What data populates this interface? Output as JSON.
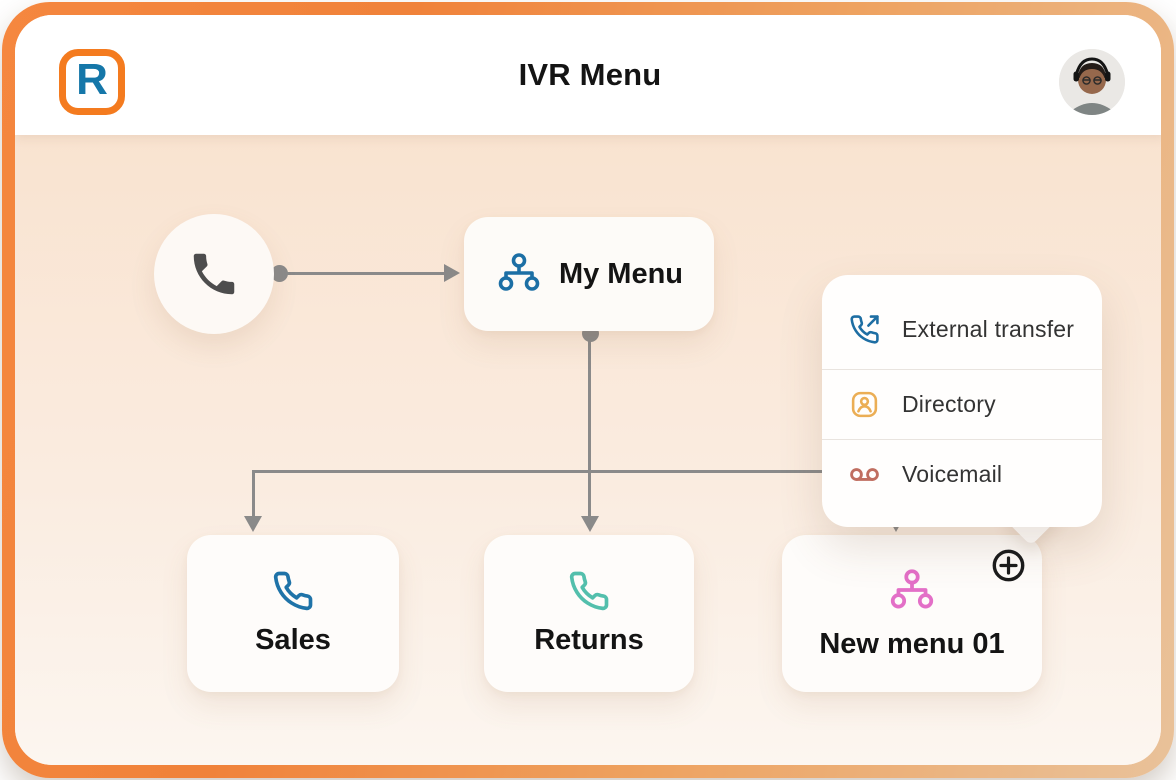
{
  "header": {
    "logo_letter": "R",
    "title": "IVR Menu"
  },
  "flow": {
    "start": {
      "icon": "incoming-call-phone"
    },
    "root": {
      "label": "My Menu",
      "icon_color": "#1c6fa5"
    },
    "children": [
      {
        "label": "Sales",
        "icon_color": "#1f73a8"
      },
      {
        "label": "Returns",
        "icon_color": "#53bfac"
      },
      {
        "label": "New menu 01",
        "icon_color": "#e36fc7"
      }
    ]
  },
  "popup": {
    "items": [
      {
        "label": "External transfer",
        "icon_color": "#1e6ea3"
      },
      {
        "label": "Directory",
        "icon_color": "#ebae55"
      },
      {
        "label": "Voicemail",
        "icon_color": "#c06e60"
      }
    ]
  },
  "colors": {
    "frame_orange": "#f0823a",
    "frame_sand": "#e9c29a",
    "canvas_top": "#f9e3d0",
    "canvas_bottom": "#fcf6f0",
    "connector_gray": "#8a8a8a",
    "logo_border_orange": "#f47b1f",
    "logo_blue": "#1577a9",
    "text_dark": "#141414",
    "popup_label_gray": "#333333",
    "start_phone_gray": "#4d4d4d",
    "plus_black": "#1b1b1b"
  }
}
